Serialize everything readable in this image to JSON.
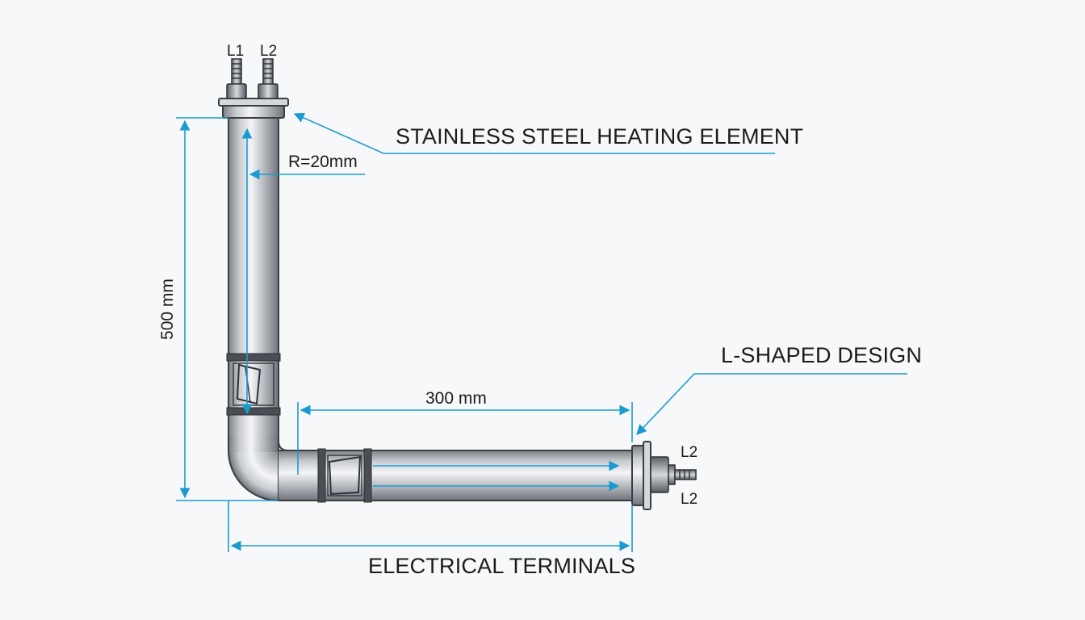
{
  "diagram": {
    "title_label": "STAINLESS STEEL HEATING ELEMENT",
    "shape_label": "L-SHAPED DESIGN",
    "terminals_label": "ELECTRICAL TERMINALS",
    "radius_label": "R=20mm",
    "height_dim": "500 mm",
    "length_dim": "300 mm",
    "top_terminals": [
      "L1",
      "L2"
    ],
    "side_terminals": [
      "L2",
      "L2"
    ]
  },
  "colors": {
    "dimension": "#1a9bd0",
    "steel_light": "#f2f4f6",
    "steel_dark": "#7d8187",
    "outline": "#3a3d42",
    "text": "#1b1b1b"
  }
}
